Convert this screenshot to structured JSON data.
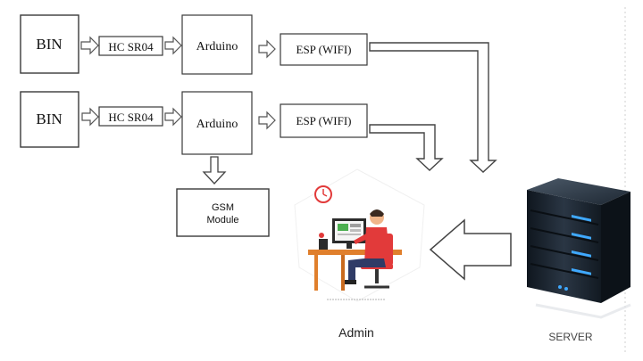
{
  "row1": {
    "bin": "BIN",
    "sensor": "HC SR04",
    "controller": "Arduino",
    "wifi": "ESP (WIFI)"
  },
  "row2": {
    "bin": "BIN",
    "sensor": "HC SR04",
    "controller": "Arduino",
    "wifi": "ESP (WIFI)"
  },
  "gsm": {
    "line1": "GSM",
    "line2": "Module"
  },
  "admin_label": "Admin",
  "server_label": "SERVER",
  "colors": {
    "box_border": "#3a3a3a",
    "arrow_stroke": "#555555",
    "server_body": "#1c2530",
    "server_light": "#3fa9ff",
    "desk": "#e07f2c",
    "chair": "#e23a3a",
    "person_shirt": "#e23a3a",
    "person_pants": "#2f3b66",
    "monitor": "#2b2b2b"
  }
}
